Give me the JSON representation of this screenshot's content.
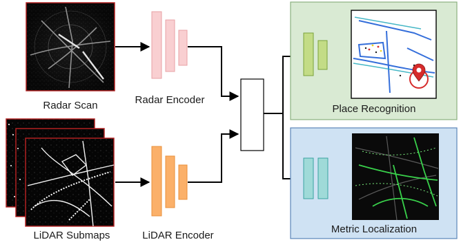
{
  "labels": {
    "radar_scan": "Radar Scan",
    "radar_encoder": "Radar Encoder",
    "lidar_submaps": "LiDAR Submaps",
    "lidar_encoder": "LiDAR Encoder",
    "place_recognition": "Place Recognition",
    "metric_localization": "Metric Localization"
  },
  "colors": {
    "radar_encoder_fill": "#f9cfd1",
    "radar_encoder_stroke": "#e8a1a5",
    "lidar_encoder_fill": "#fbb069",
    "lidar_encoder_stroke": "#e88f3a",
    "place_head_fill": "#c3dc86",
    "place_head_stroke": "#7aa23a",
    "metric_head_fill": "#9fdad8",
    "metric_head_stroke": "#3aa3a0",
    "place_panel_fill": "#d9ead3",
    "place_panel_stroke": "#8ab07e",
    "metric_panel_fill": "#cfe2f3",
    "metric_panel_stroke": "#5b86b8",
    "input_frame": "#b22222",
    "arrow": "#000000",
    "marker": "#d62b2b"
  }
}
